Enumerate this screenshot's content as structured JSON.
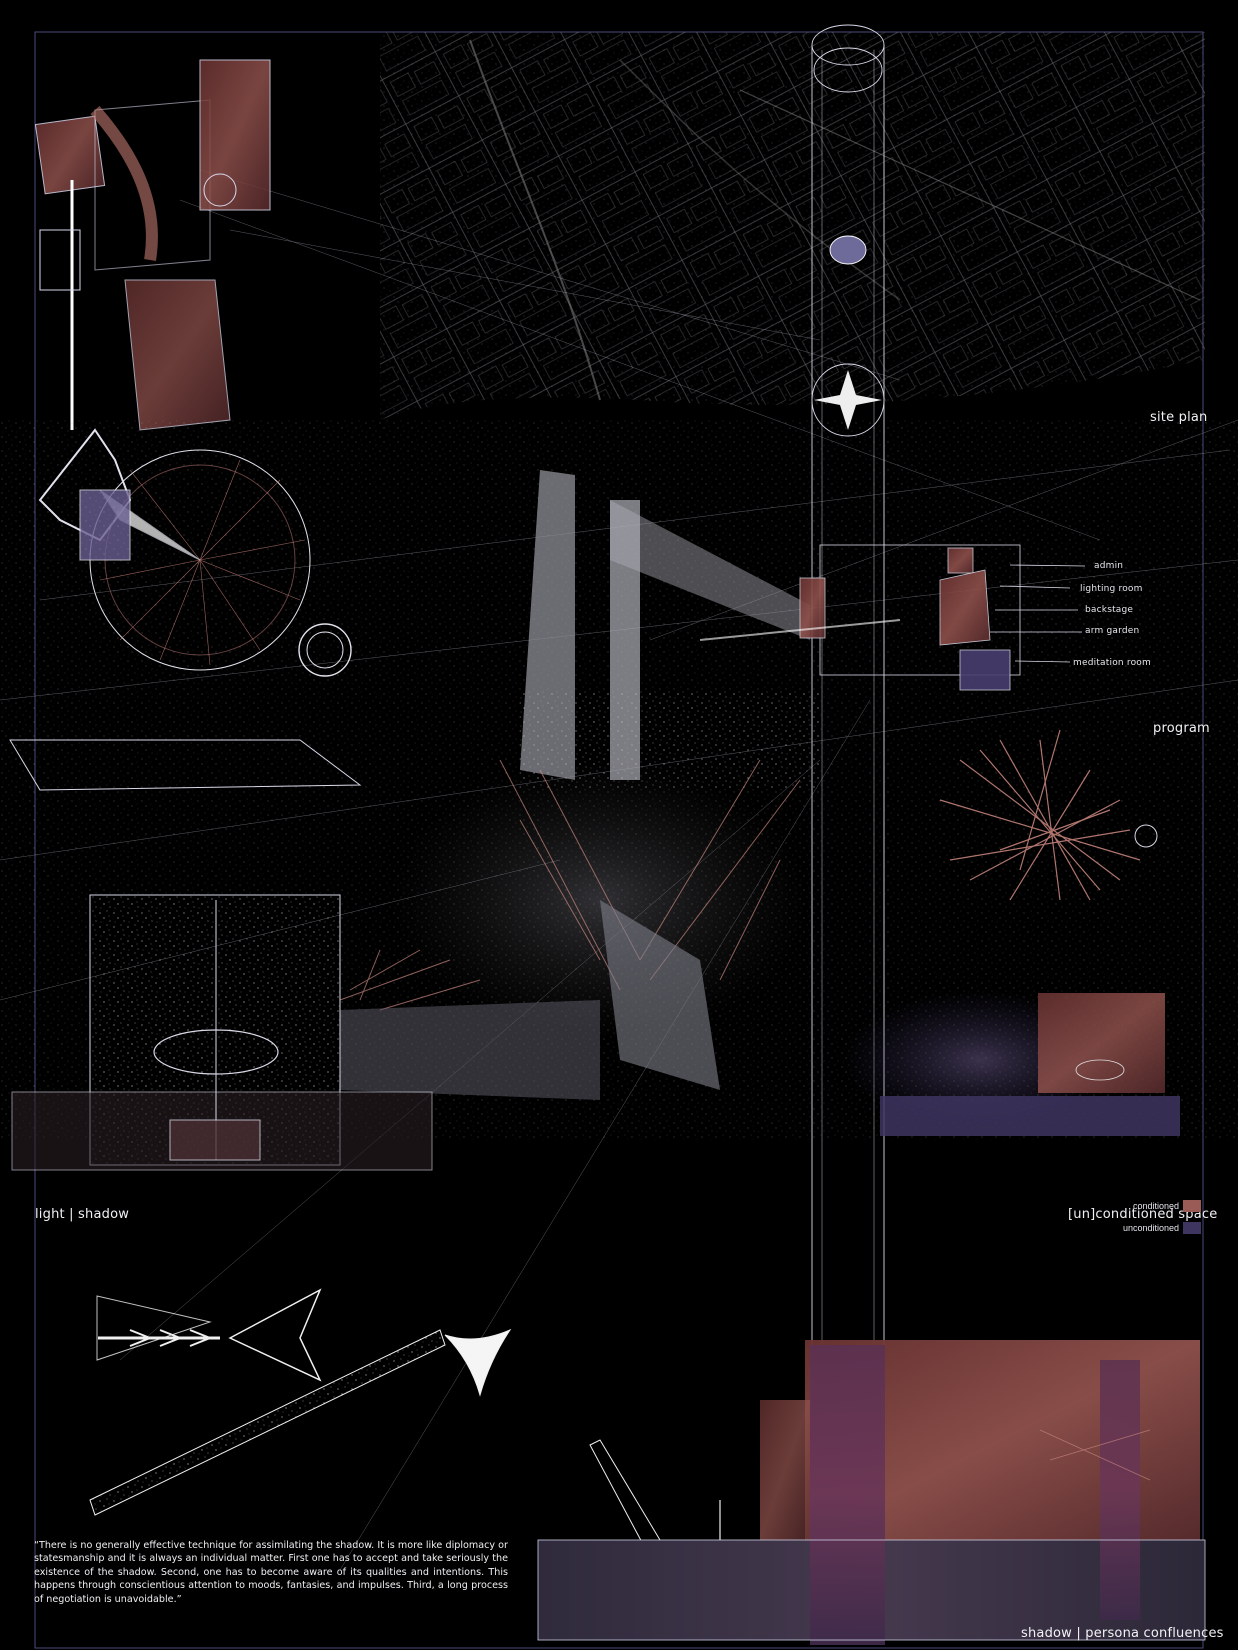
{
  "labels": {
    "site_plan": "site plan",
    "program": "program",
    "light_shadow": "light | shadow",
    "unconditioned_space": "[un]conditioned space",
    "shadow_persona": "shadow | persona confluences"
  },
  "program_items": [
    "admin",
    "lighting room",
    "backstage",
    "arm garden",
    "meditation room"
  ],
  "legend": [
    {
      "label": "conditioned",
      "color": "#9a5a56"
    },
    {
      "label": "unconditioned",
      "color": "#3e3560"
    }
  ],
  "quote": "“There is no generally effective technique for assimilating the shadow. It is more like diplomacy or statesmanship and it is always an individual matter. First one has to accept and take seriously the existence of the shadow. Second, one has to become aware of its qualities and intentions. This happens through conscientious attention to moods, fantasies, and impulses. Third, a long process of negotiation is unavoidable.”",
  "colors": {
    "background": "#000000",
    "line": "#cfd0e6",
    "conditioned": "#9a5a56",
    "unconditioned": "#3e3560",
    "light_ray": "#d99088"
  }
}
